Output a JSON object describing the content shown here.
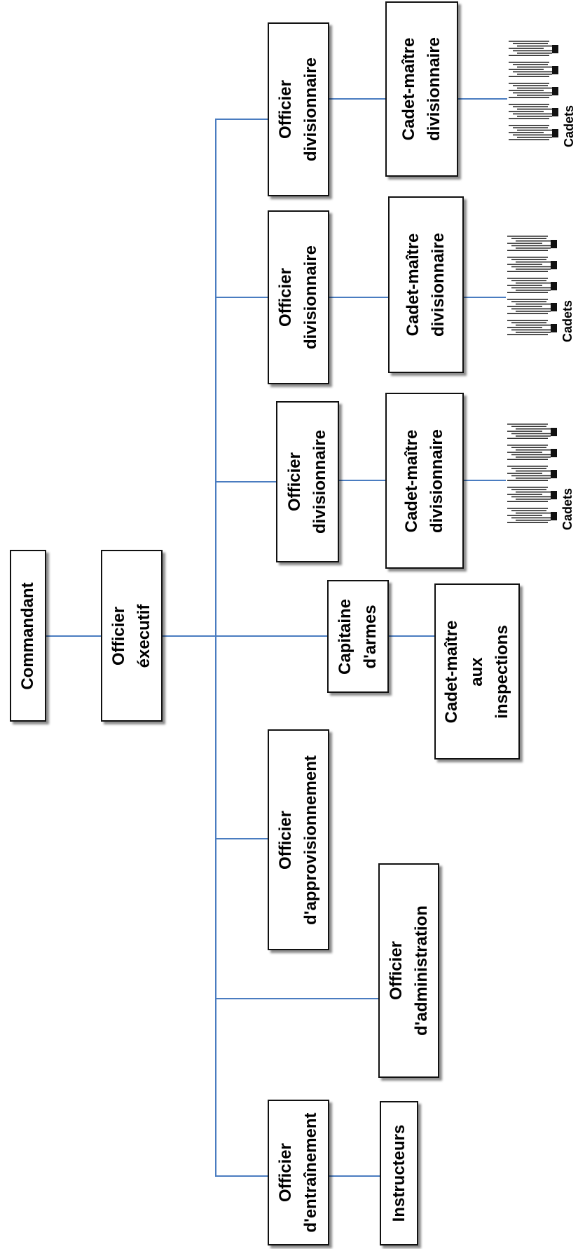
{
  "boxes": {
    "commandant": "Commandant",
    "officier_executif": "Officier\néxecutif",
    "officier_approvisionnement": "Officier\nd'approvisionnement",
    "officier_entrainement": "Officier\nd'entraînement",
    "instructeurs": "Instructeurs",
    "officier_administration": "Officier\nd'administration",
    "capitaine_armes": "Capitaine\nd'armes",
    "cadet_maitre_inspections": "Cadet-maître\naux\ninspections",
    "officier_divisionnaire_1": "Officier\ndivisionnaire",
    "officier_divisionnaire_2": "Officier\ndivisionnaire",
    "officier_divisionnaire_3": "Officier\ndivisionnaire",
    "cadet_maitre_div_1": "Cadet-maître\ndivisionnaire",
    "cadet_maitre_div_2": "Cadet-maître\ndivisionnaire",
    "cadet_maitre_div_3": "Cadet-maître\ndivisionnaire"
  },
  "cadets": [
    "Cadets",
    "Cadets",
    "Cadets"
  ],
  "colors": {
    "connector": "#4a7cc0",
    "box_border": "#111111"
  },
  "icons": {
    "cadets_group": "cadet-figures-icon"
  }
}
